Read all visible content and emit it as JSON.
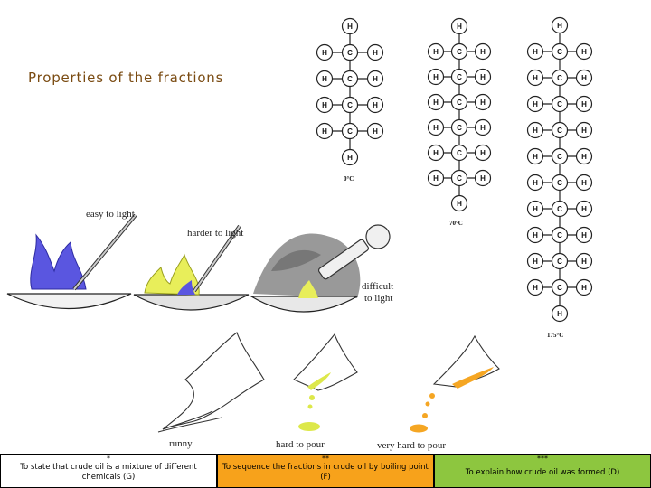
{
  "slide": {
    "title": "Properties of the fractions"
  },
  "molecules": {
    "atom_labels": {
      "carbon": "C",
      "hydrogen": "H"
    },
    "temps": [
      "0°C",
      "70°C",
      "175°C"
    ]
  },
  "flames": {
    "easy": "easy to light",
    "harder": "harder to light",
    "difficult_line1": "difficult",
    "difficult_line2": "to light"
  },
  "pour": {
    "runny": "runny",
    "hard": "hard to pour",
    "very_hard": "very hard to pour"
  },
  "objectives": [
    {
      "stars": "*",
      "text": "To state that crude oil is a mixture of different chemicals (G)",
      "color": "#ffffff"
    },
    {
      "stars": "**",
      "text": "To sequence the fractions in crude oil by boiling point (F)",
      "color": "#f7a21b"
    },
    {
      "stars": "***",
      "text": "To explain how crude oil was formed (D)",
      "color": "#8dc63f"
    }
  ],
  "colors": {
    "title": "#7a4b12",
    "flame_blue": "#5a56e0",
    "flame_yellow": "#e8ee5a",
    "oil_yellow": "#dde84a",
    "oil_orange": "#f5a623",
    "smoke": "#8e8e8e"
  }
}
